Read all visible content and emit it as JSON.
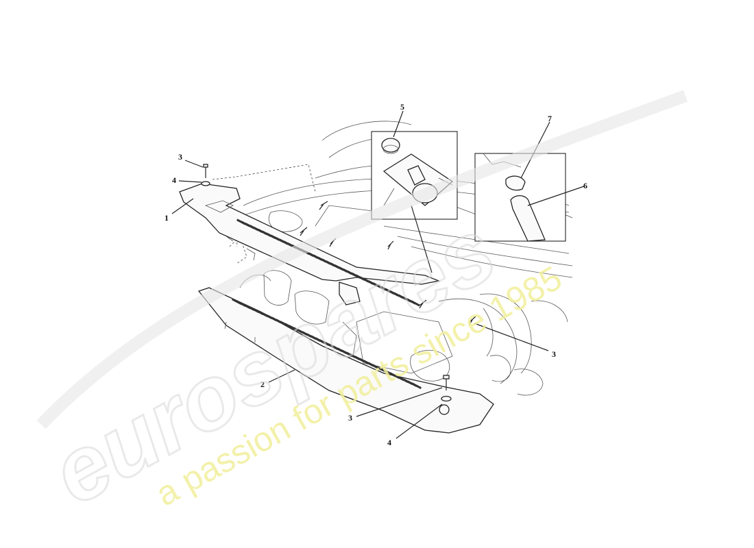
{
  "diagram": {
    "callouts": {
      "c1": "1",
      "c2": "2",
      "c3a": "3",
      "c3b": "3",
      "c3c": "3",
      "c4a": "4",
      "c4b": "4",
      "c5": "5",
      "c6": "6",
      "c7": "7"
    }
  },
  "watermark": {
    "logo": "eurospares",
    "tagline": "a passion for parts since 1985",
    "logo_color": "#d8d8d8",
    "tagline_color": "#f1ef9c"
  }
}
